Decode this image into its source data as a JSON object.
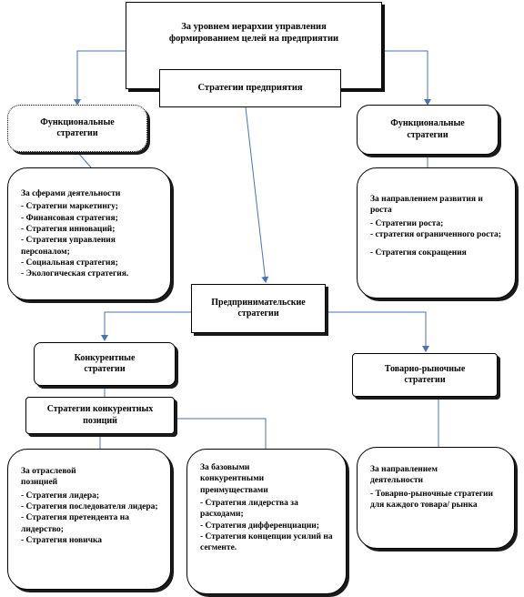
{
  "top": {
    "title": "За уровнем иерархии управления формированием целей на предприятии",
    "sub": "Стратегии предприятия"
  },
  "functional_left": "Функциональные стратегии",
  "functional_right": "Функциональные стратегии",
  "left_list": {
    "title": "За сферами деятельности",
    "items": [
      "- Стратегии маркетингу;",
      "- Финансовая стратегия;",
      "- Стратегия инноваций;",
      "- Стратегия управления персоналом;",
      "- Социальная стратегия;",
      "- Экологическая стратегия."
    ]
  },
  "right_list": {
    "title": "За направлением развития и роста",
    "items": [
      "- Стратегии роста;",
      "- стратегия ограниченного роста;",
      "- Стратегия сокращения"
    ]
  },
  "entrepreneurial": "Предпринимательские стратегии",
  "competitive": "Конкурентные стратегии",
  "competitive_positions": "Стратегии конкурентных позиций",
  "commodity_market": "Товарно-рыночные стратегии",
  "industry_list": {
    "title": "За отраслевой позицией",
    "items": [
      "- Стратегия лидера;",
      "- Стратегия последователя лидера;",
      "- Стратегия претендента на лидерство;",
      "- Стратегия новичка"
    ]
  },
  "basic_list": {
    "title": "За базовыми конкурентными преимуществами",
    "items": [
      "- Стратегия лидерства за расходами;",
      "- Стратегия дифференциации;",
      "- Стратегия концепции усилий на сегменте."
    ]
  },
  "activity_list": {
    "title": "За направлением деятельности",
    "items": [
      "- Товарно-рыночные стратегии для каждого товара/ рынка"
    ]
  },
  "colors": {
    "arrow": "#4a72b8",
    "line": "#000000"
  }
}
